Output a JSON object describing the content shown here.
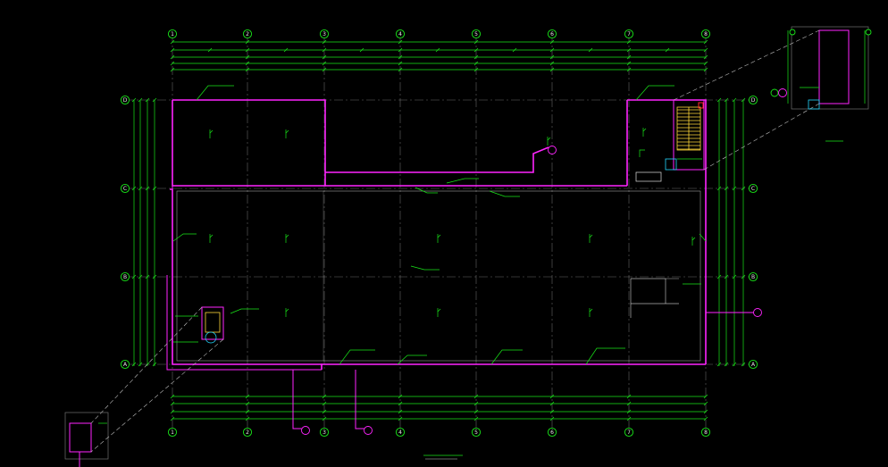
{
  "drawing": {
    "col_axes": [
      "1",
      "2",
      "3",
      "4",
      "5",
      "6",
      "7",
      "8"
    ],
    "row_axes": [
      "D",
      "C",
      "B",
      "A"
    ],
    "bottom_bubbles": [
      "",
      "",
      ""
    ],
    "right_bubble": "",
    "sheet_title": "",
    "sheet_scale": "",
    "detail_title_top": "",
    "colors": {
      "background": "#000000",
      "walls": "#ff24ff",
      "dimension_green": "#19e619",
      "grid_lines": "#b9b9b9",
      "stairs": "#ffd83a",
      "accent_red": "#ff2a2a",
      "accent_cyan": "#22d8ff"
    }
  }
}
